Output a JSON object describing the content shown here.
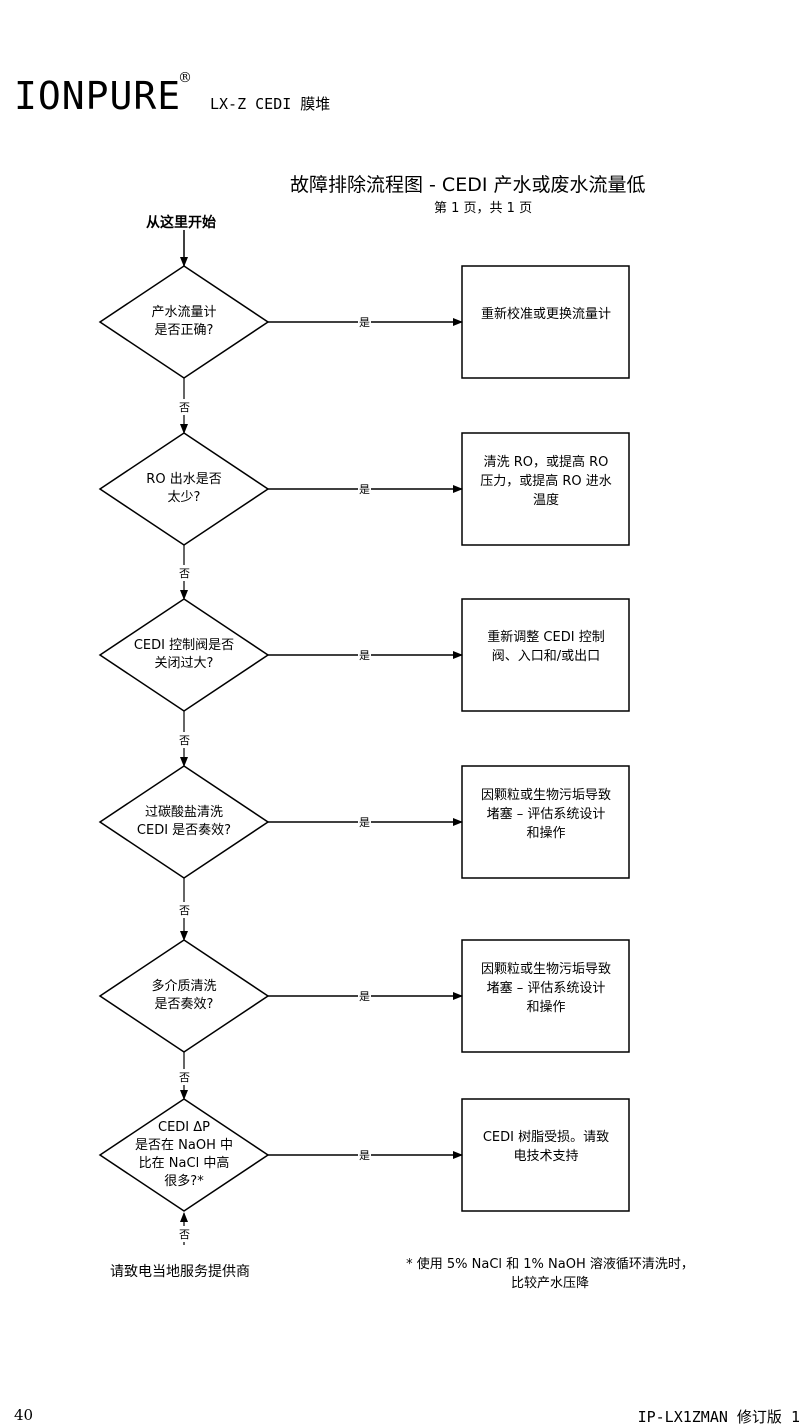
{
  "header": {
    "brand": "IONPURE",
    "registered_mark": "®",
    "product": "LX-Z CEDI 膜堆"
  },
  "title": "故障排除流程图 - CEDI 产水或废水流量低",
  "page_info": "第 1 页，共 1 页",
  "start_label": "从这里开始",
  "yes_label": "是",
  "no_label": "否",
  "steps": [
    {
      "question": "产水流量计\n是否正确?",
      "action": "重新校准或更换流量计"
    },
    {
      "question": "RO 出水是否\n太少?",
      "action": "清洗 RO，或提高 RO\n压力，或提高 RO 进水\n温度"
    },
    {
      "question": "CEDI 控制阀是否\n关闭过大?",
      "action": "重新调整 CEDI 控制\n阀、入口和/或出口"
    },
    {
      "question": "过碳酸盐清洗\nCEDI 是否奏效?",
      "action": "因颗粒或生物污垢导致\n堵塞 – 评估系统设计\n和操作"
    },
    {
      "question": "多介质清洗\n是否奏效?",
      "action": "因颗粒或生物污垢导致\n堵塞 – 评估系统设计\n和操作"
    },
    {
      "question": "CEDI ΔP\n是否在 NaOH 中\n比在 NaCl 中高\n很多?*",
      "action": "CEDI 树脂受损。请致\n电技术支持"
    }
  ],
  "end_label": "请致电当地服务提供商",
  "footnote": "* 使用 5% NaCl 和 1% NaOH 溶液循环清洗时，\n比较产水压降",
  "footer": {
    "page_number": "40",
    "doc_id": "IP-LX1ZMAN 修订版 1"
  }
}
